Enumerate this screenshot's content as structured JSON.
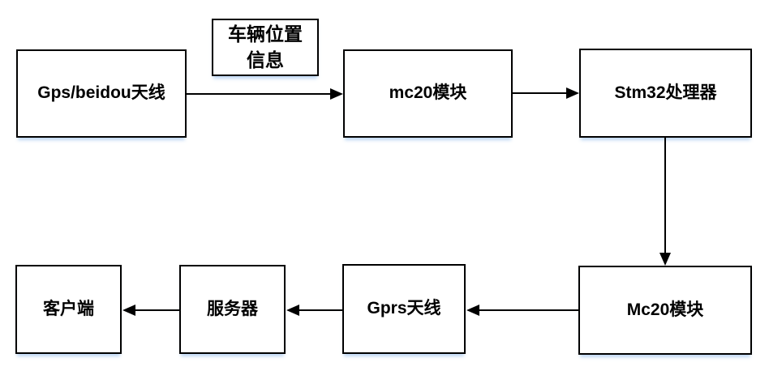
{
  "nodes": {
    "gps_antenna": {
      "label": "Gps/beidou天线"
    },
    "vehicle_info": {
      "label": "车辆位置\n信息"
    },
    "mc20_top": {
      "label": "mc20模块"
    },
    "stm32": {
      "label": "Stm32处理器"
    },
    "mc20_bottom": {
      "label": "Mc20模块"
    },
    "gprs_antenna": {
      "label": "Gprs天线"
    },
    "server": {
      "label": "服务器"
    },
    "client": {
      "label": "客户端"
    }
  },
  "edges": [
    {
      "from": "gps_antenna",
      "to": "mc20_top",
      "direction": "right",
      "annotation": "车辆位置信息"
    },
    {
      "from": "mc20_top",
      "to": "stm32",
      "direction": "right"
    },
    {
      "from": "stm32",
      "to": "mc20_bottom",
      "direction": "down"
    },
    {
      "from": "mc20_bottom",
      "to": "gprs_antenna",
      "direction": "left"
    },
    {
      "from": "gprs_antenna",
      "to": "server",
      "direction": "left"
    },
    {
      "from": "server",
      "to": "client",
      "direction": "left"
    }
  ],
  "colors": {
    "background": "#ffffff",
    "box_fill": "#ffffff",
    "box_border": "#000000",
    "text": "#000000",
    "shadow": "#a8c9f0"
  }
}
